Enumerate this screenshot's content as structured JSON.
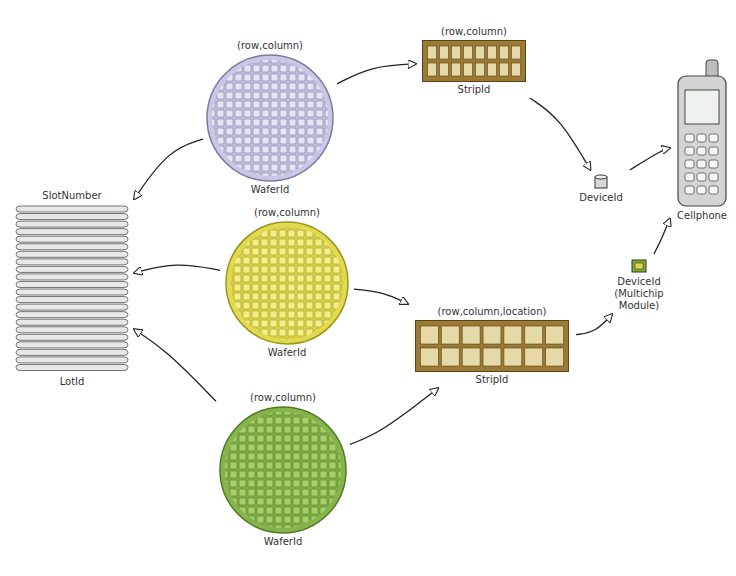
{
  "diagram": {
    "nodes": [
      {
        "text": [
          "SlotNumber",
          "LotId"
        ]
      },
      {
        "text": [
          "(row,column)",
          "WaferId"
        ]
      },
      {
        "text": [
          "(row,column)",
          "StripId"
        ]
      },
      {
        "text": [
          "Cellphone"
        ]
      },
      {
        "text": [
          "DeviceId"
        ]
      },
      {
        "text": [
          "(row,column)",
          "WaferId"
        ]
      },
      {
        "text": [
          "DeviceId (Multichip Module)"
        ]
      },
      {
        "text": [
          "(row,column,location)",
          "StripId"
        ]
      },
      {
        "text": [
          "(row,column)",
          "WaferId"
        ]
      }
    ],
    "edges": [
      {
        "from": 1,
        "to": 0,
        "arrow": "to"
      },
      {
        "from": 5,
        "to": 0,
        "arrow": "to"
      },
      {
        "from": 8,
        "to": 0,
        "arrow": "to"
      },
      {
        "from": 1,
        "to": 2,
        "arrow": "to"
      },
      {
        "from": 2,
        "to": 4,
        "arrow": "to"
      },
      {
        "from": 4,
        "to": 3,
        "arrow": "to"
      },
      {
        "from": 5,
        "to": 7,
        "arrow": "to"
      },
      {
        "from": 8,
        "to": 7,
        "arrow": "to"
      },
      {
        "from": 7,
        "to": 6,
        "arrow": "to"
      },
      {
        "from": 6,
        "to": 3,
        "arrow": "to"
      }
    ]
  }
}
